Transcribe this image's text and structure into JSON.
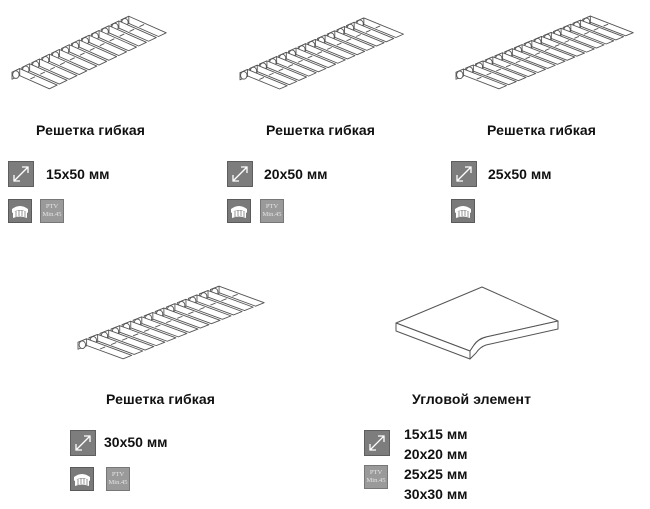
{
  "products": [
    {
      "title": "Решетка гибкая",
      "size": "15x50 мм",
      "ptv_line1": "PTV",
      "ptv_line2": "Min.45"
    },
    {
      "title": "Решетка гибкая",
      "size": "20x50 мм",
      "ptv_line1": "PTV",
      "ptv_line2": "Min.45"
    },
    {
      "title": "Решетка гибкая",
      "size": "25x50 мм"
    },
    {
      "title": "Решетка гибкая",
      "size": "30x50 мм",
      "ptv_line1": "PTV",
      "ptv_line2": "Min.45"
    },
    {
      "title": "Угловой элемент",
      "sizes": [
        "15x15 мм",
        "20x20 мм",
        "25x25 мм",
        "30x30 мм"
      ],
      "ptv_line1": "PTV",
      "ptv_line2": "Min.45"
    }
  ],
  "icons": {
    "size": "diagonal-arrow-icon",
    "flex": "flexible-curve-icon"
  },
  "colors": {
    "icon_background": "#7d7d7d",
    "ptv_background": "#9a9a9a",
    "drawing_stroke": "#555555"
  }
}
